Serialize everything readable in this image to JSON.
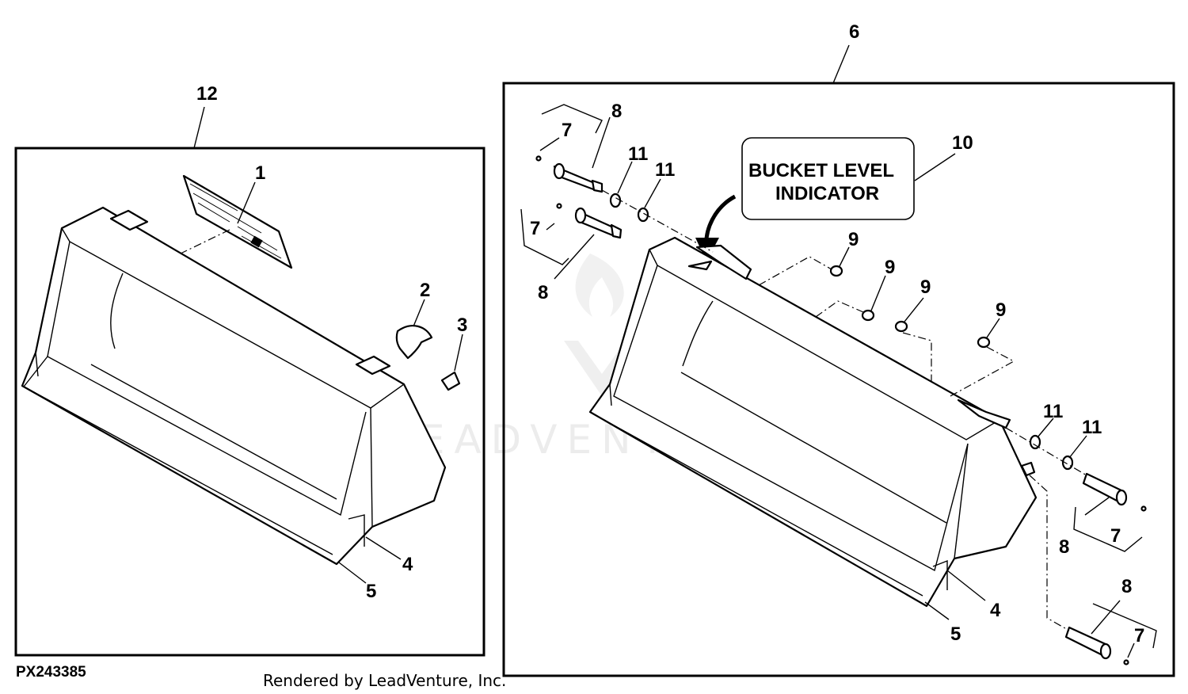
{
  "diagram": {
    "figure_id": "PX243385",
    "credit": "Rendered by LeadVenture, Inc.",
    "watermark": "LEADVENTURE",
    "indicator_box_line1": "BUCKET LEVEL",
    "indicator_box_line2": "INDICATOR",
    "callouts": {
      "c1": "1",
      "c2": "2",
      "c3": "3",
      "c4": "4",
      "c5": "5",
      "c6": "6",
      "c7": "7",
      "c8": "8",
      "c9": "9",
      "c10": "10",
      "c11": "11",
      "c12": "12"
    }
  }
}
